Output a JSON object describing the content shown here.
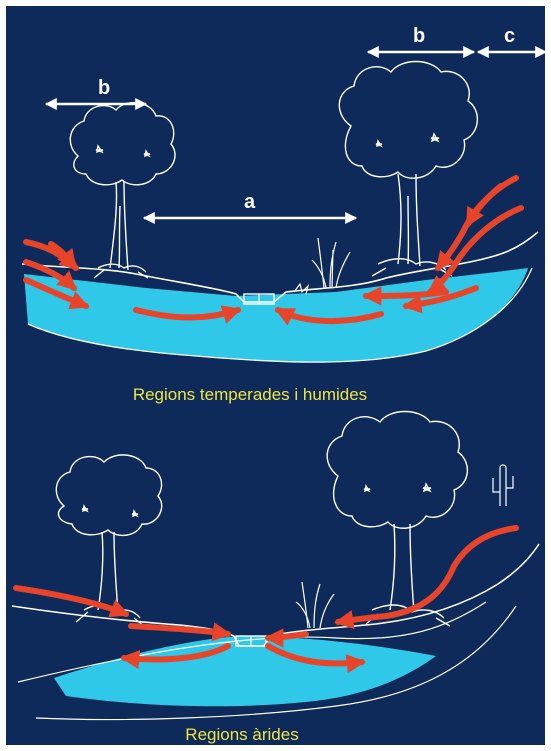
{
  "labels": {
    "a": "a",
    "b_left": "b",
    "b_right": "b",
    "c": "c"
  },
  "captions": {
    "top": "Regions temperades i humides",
    "bottom": "Regions àrides"
  },
  "colors": {
    "background": "#0d2a5a",
    "water": "#30c8e8",
    "flow_arrows": "#e8442a",
    "lines": "#ffffff",
    "caption_text": "#f0e442"
  }
}
